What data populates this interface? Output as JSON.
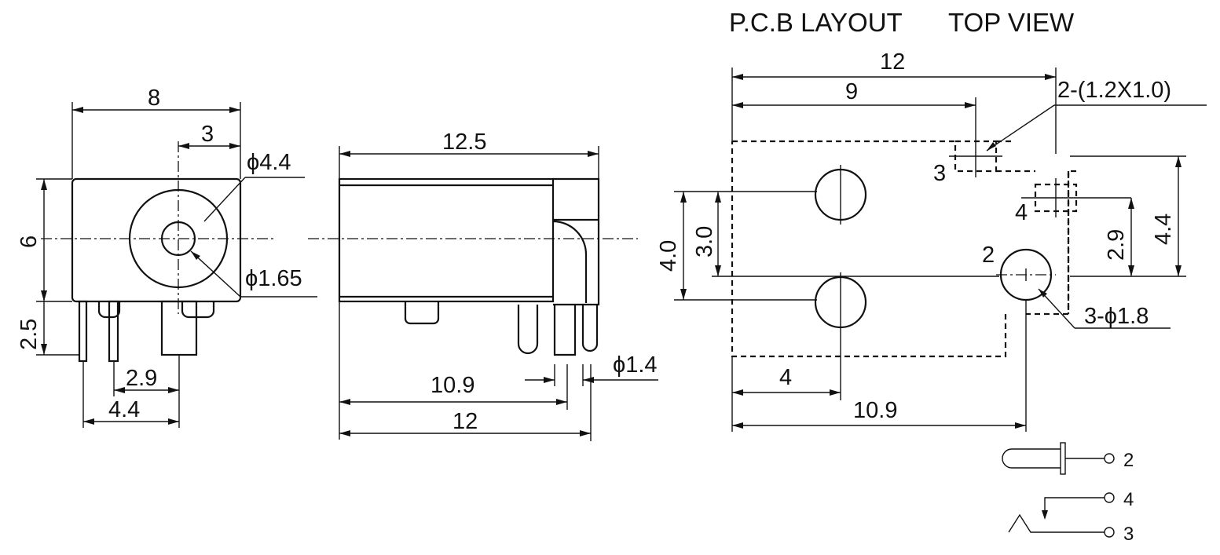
{
  "titles": {
    "pcb_layout": "P.C.B LAYOUT",
    "top_view": "TOP VIEW"
  },
  "front_view": {
    "width": "8",
    "hole_offset": "3",
    "outer_dia": "ϕ4.4",
    "inner_dia": "ϕ1.65",
    "height": "6",
    "pin_length": "2.5",
    "pin_spacing_a": "2.9",
    "pin_spacing_b": "4.4"
  },
  "side_view": {
    "length": "12.5",
    "pin_offset": "10.9",
    "pin_span": "12",
    "pin_dia": "ϕ1.4"
  },
  "pcb": {
    "overall_width": "12",
    "slot_offset": "9",
    "slot_size": "2-(1.2X1.0)",
    "width_4_0": "4.0",
    "width_3_0": "3.0",
    "height_2_9": "2.9",
    "height_4_4": "4.4",
    "pad_dia": "3-ϕ1.8",
    "left_offset": "4",
    "pin_offset": "10.9",
    "pin_labels": {
      "p2": "2",
      "p3": "3",
      "p4": "4"
    }
  },
  "schematic": {
    "pin2": "2",
    "pin4": "4",
    "pin3": "3"
  }
}
